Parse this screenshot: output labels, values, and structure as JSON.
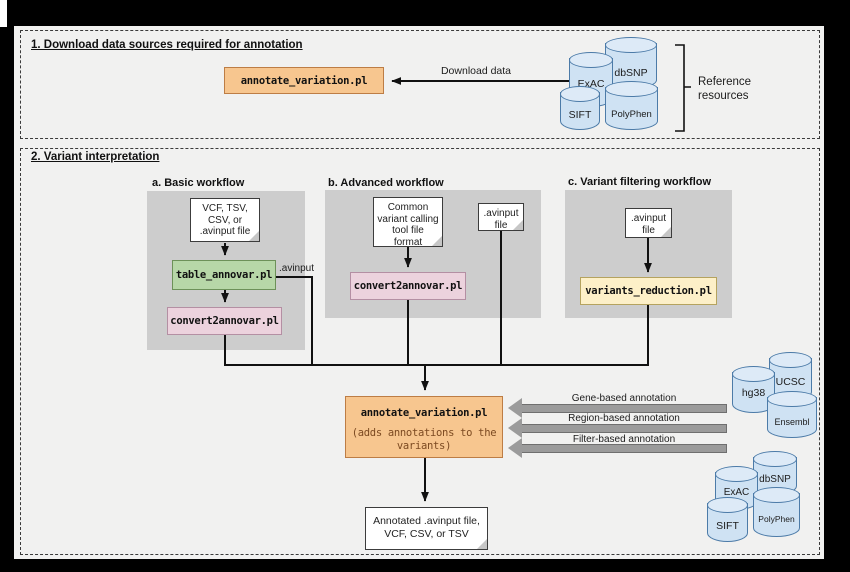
{
  "colors": {
    "accent_orange": "#f7c68f",
    "tool_green": "#b7d7a8",
    "tool_pink": "#ecd2dd",
    "tool_yellow": "#fdf0c8",
    "cylinder_blue": "#cfe2f3",
    "panel_gray": "#cdcdcd",
    "note_text_brown": "#7c4a21"
  },
  "section1": {
    "title": "1. Download data sources required for annotation",
    "tool_label": "annotate_variation.pl",
    "download_arrow_label": "Download data",
    "bracket_label": "Reference\nresources",
    "databases": [
      "ExAC",
      "dbSNP",
      "SIFT",
      "PolyPhen"
    ]
  },
  "section2": {
    "title": "2. Variant interpretation",
    "workflows": {
      "a": {
        "title": "a. Basic workflow",
        "input_doc": "VCF, TSV,\nCSV, or\n.avinput file",
        "tool_top": "table_annovar.pl",
        "branch_label": ".avinput",
        "tool_bottom": "convert2annovar.pl"
      },
      "b": {
        "title": "b. Advanced workflow",
        "input_doc": "Common\nvariant calling\ntool file\nformat",
        "tool": "convert2annovar.pl",
        "side_doc": ".avinput\nfile"
      },
      "c": {
        "title": "c. Variant filtering workflow",
        "input_doc": ".avinput\nfile",
        "tool": "variants_reduction.pl"
      }
    },
    "annotator": {
      "tool_label": "annotate_variation.pl",
      "description": "(adds annotations to the\nvariants)"
    },
    "annotation_arrows": [
      "Gene-based annotation",
      "Region-based annotation",
      "Filter-based annotation"
    ],
    "genome_databases": [
      "hg38",
      "UCSC",
      "Ensembl"
    ],
    "annotation_databases": [
      "ExAC",
      "dbSNP",
      "SIFT",
      "PolyPhen"
    ],
    "output_doc": "Annotated .avinput file,\nVCF, CSV, or TSV"
  }
}
